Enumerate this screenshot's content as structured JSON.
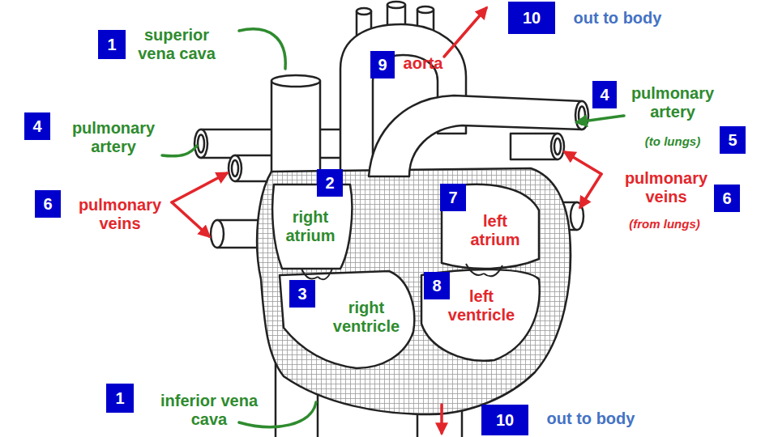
{
  "diagram": {
    "nodes": [
      {
        "text": [
          "10"
        ]
      },
      {
        "text": [
          "1"
        ]
      },
      {
        "text": [
          "9"
        ]
      },
      {
        "text": [
          "4"
        ]
      },
      {
        "text": [
          "4"
        ]
      },
      {
        "text": [
          "5"
        ]
      },
      {
        "text": [
          "6"
        ]
      },
      {
        "text": [
          "2"
        ]
      },
      {
        "text": [
          "7"
        ]
      },
      {
        "text": [
          "6"
        ]
      },
      {
        "text": [
          "3"
        ]
      },
      {
        "text": [
          "8"
        ]
      },
      {
        "text": [
          "1"
        ]
      },
      {
        "text": [
          "10"
        ]
      }
    ],
    "labels": [
      "superior vena cava",
      "aorta",
      "out to body",
      "pulmonary artery",
      "pulmonary artery",
      "(to lungs)",
      "pulmonary veins",
      "pulmonary veins",
      "(from lungs)",
      "right atrium",
      "left atrium",
      "right ventricle",
      "left ventricle",
      "inferior vena cava",
      "out to body"
    ]
  }
}
